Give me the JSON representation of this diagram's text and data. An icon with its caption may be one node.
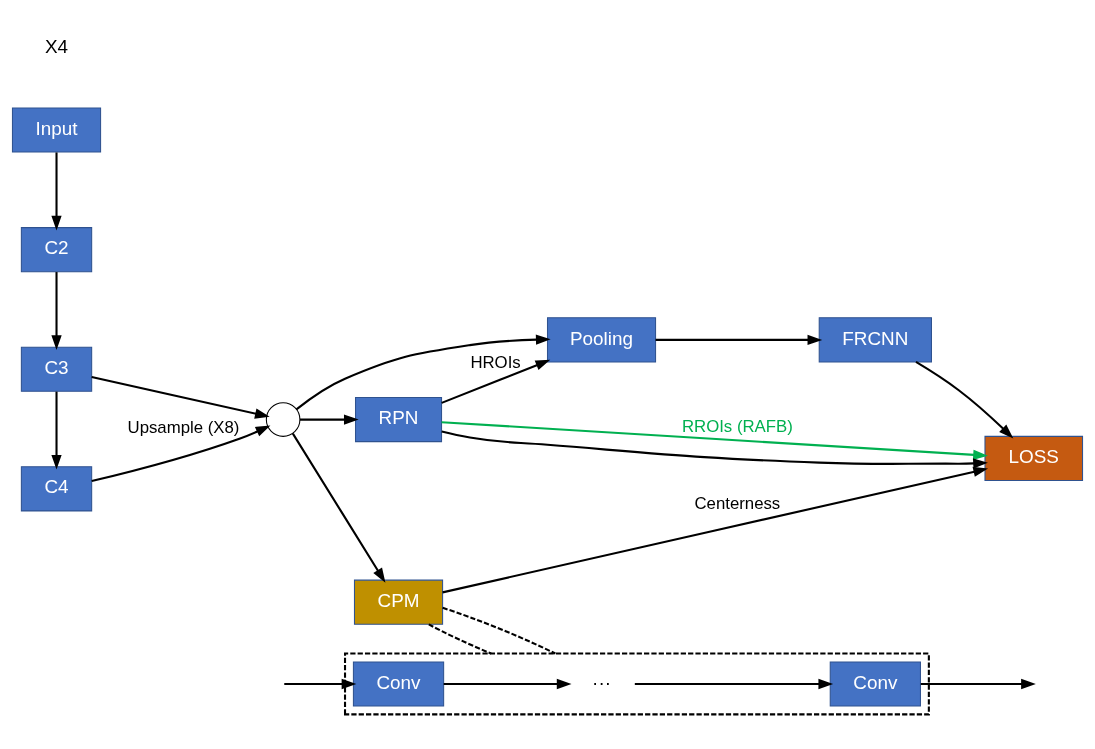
{
  "diagram": {
    "nodes": [
      {
        "text": [
          "Input"
        ]
      },
      {
        "text": [
          "C2"
        ]
      },
      {
        "text": [
          "C3"
        ]
      },
      {
        "text": [
          "C4"
        ]
      },
      {
        "text": [],
        "shape": "circle"
      },
      {
        "text": [
          "RPN"
        ]
      },
      {
        "text": [
          "Pooling"
        ]
      },
      {
        "text": [
          "FRCNN"
        ]
      },
      {
        "text": [
          "CPM"
        ]
      },
      {
        "text": [
          "LOSS"
        ]
      },
      {
        "text": [],
        "shape": "box"
      },
      {
        "text": [
          "Conv"
        ],
        "in": 10
      },
      {
        "text": [
          "···"
        ],
        "in": 10
      },
      {
        "text": [
          "Conv"
        ],
        "in": 10
      }
    ],
    "edges": [
      {
        "from": 0,
        "to": 1,
        "arrow": "to"
      },
      {
        "from": 1,
        "to": 2,
        "arrow": "to"
      },
      {
        "from": 2,
        "to": 3,
        "arrow": "to"
      },
      {
        "from": 2,
        "to": 4,
        "arrow": "to"
      },
      {
        "from": 3,
        "to": 4,
        "arrow": "to",
        "label": "Upsample (X8)"
      },
      {
        "from": 4,
        "to": 5,
        "arrow": "to"
      },
      {
        "from": 4,
        "to": 6,
        "arrow": "to"
      },
      {
        "from": 4,
        "to": 8,
        "arrow": "to"
      },
      {
        "from": 5,
        "to": 9,
        "arrow": "to",
        "label": "RROIs (RAFB)",
        "color": "#00b050"
      },
      {
        "from": 5,
        "to": 9,
        "arrow": "to"
      },
      {
        "from": 5,
        "to": 6,
        "arrow": "to",
        "label": "HROIs"
      },
      {
        "from": 6,
        "to": 7,
        "arrow": "to"
      },
      {
        "from": 7,
        "to": 9,
        "arrow": "to"
      },
      {
        "from": 8,
        "to": 9,
        "arrow": "to",
        "label": "Centerness"
      },
      {
        "from": 8,
        "to": 10,
        "arrow": "none",
        "style": "dashed"
      },
      {
        "from": 8,
        "to": 10,
        "arrow": "none",
        "style": "dashed"
      },
      {
        "from": null,
        "to": 11,
        "arrow": "to"
      },
      {
        "from": 11,
        "to": 12,
        "arrow": "to"
      },
      {
        "from": 12,
        "to": 13,
        "arrow": "to"
      },
      {
        "from": 13,
        "to": null,
        "arrow": "to"
      }
    ],
    "labels": [
      "X4"
    ]
  }
}
